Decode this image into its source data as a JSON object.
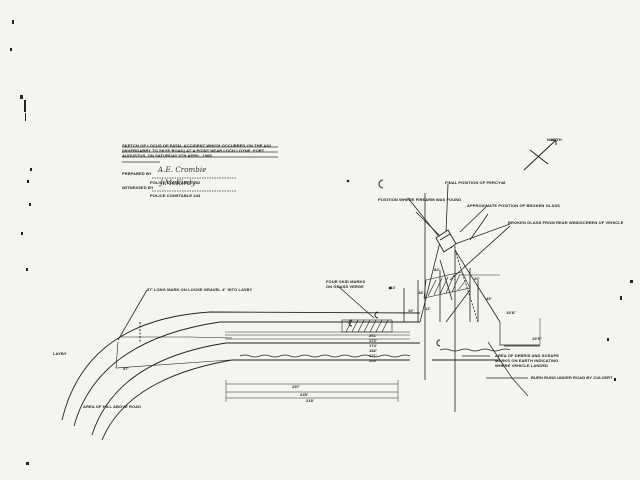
{
  "header": {
    "title": "SKETCH OF LOCUS OF FATAL ACCIDENT WHICH OCCURRED ON THE A82 (INVERGARRY TO SKYE ROAD) AT A POINT NEAR LOCH LOYNE, FORT AUGUSTUS, ON SATURDAY 6TH APRIL, 1968.",
    "prepared_by_label": "PREPARED BY",
    "prepared_by_signature": "A.E. Crombie",
    "prepared_by_role": "POLICE CONSTABLE 252",
    "witnessed_by_label": "WITNESSED BY",
    "witnessed_by_signature": "J.McKirdy",
    "witnessed_by_role": "POLICE CONSTABLE 443"
  },
  "labels": {
    "north": "NORTH",
    "final_position": "FINAL POSITION OF PERCY48",
    "firearm_position": "POSITION WHERE FIREARM WAS FOUND",
    "broken_glass": "APPROXIMATE POSITION OF BROKEN GLASS",
    "windscreen_glass": "BROKEN GLASS FROM REAR WINDSCREEN OF VEHICLE",
    "skid_marks": "FOUR SKID MARKS ON GRASS VERGE",
    "gravel_note": "57' LONG MARK ON LOOSE GRAVEL 4\" INTO LAYBY",
    "layby": "LAYBY",
    "hill_area": "AREA OF HILL ABOVE ROAD",
    "debris_area": "AREA OF DEBRIS AND SCRAPE MARKS ON EARTH INDICATING WHERE VEHICLE LANDED",
    "culvert": "BURN RUNS UNDER ROAD BY CULVERT"
  },
  "measurements": {
    "m0": "261'",
    "m1": "172'",
    "m2": "174'",
    "m3": "182'",
    "m4": "171'",
    "m5": "200'",
    "m6": "57'",
    "m7": "257'",
    "m8": "245'",
    "m9": "218'",
    "m10": "15'6\"",
    "m11": "15'8\"",
    "m12": "83'",
    "m13": "45'",
    "m14": "10'",
    "m15": "33'",
    "m16": "20'",
    "m17": "18'",
    "m18": "12'"
  }
}
